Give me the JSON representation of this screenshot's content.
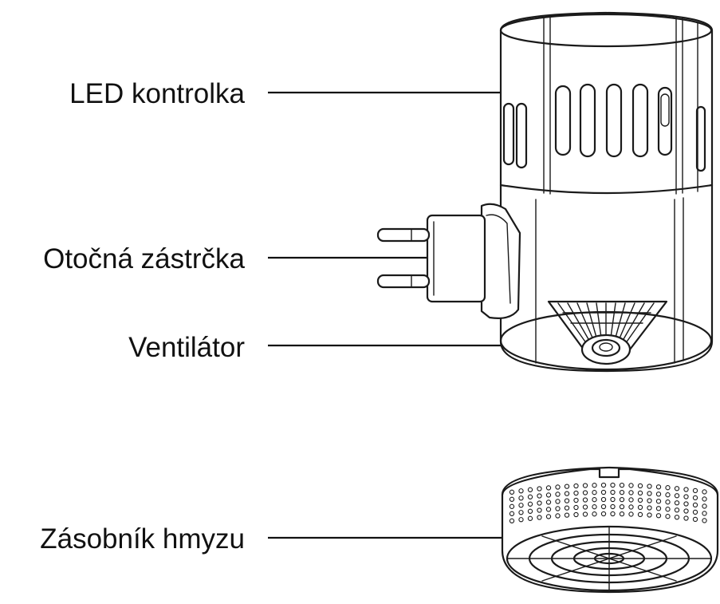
{
  "labels": {
    "led": "LED kontrolka",
    "plug": "Otočná zástrčka",
    "fan": "Ventilátor",
    "tray": "Zásobník hmyzu"
  },
  "icons": {
    "device": "insect-trap-device-illustration",
    "tray": "insect-tray-illustration"
  },
  "colors": {
    "line": "#1a1a1a",
    "text": "#111111",
    "background": "#ffffff"
  }
}
